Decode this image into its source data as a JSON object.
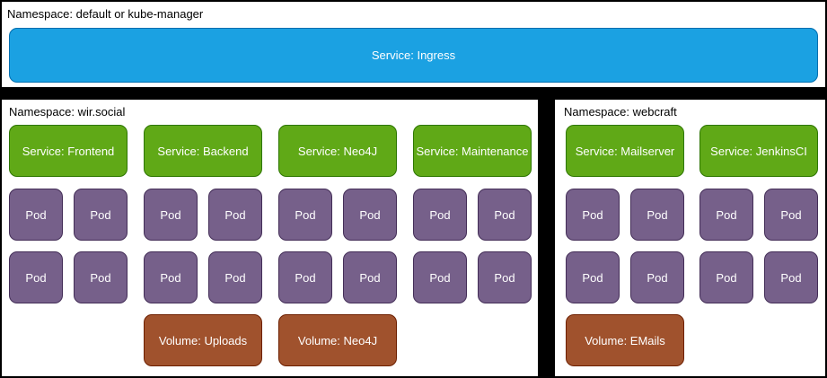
{
  "colors": {
    "background": "#000000",
    "panel_fill": "#ffffff",
    "ingress_fill": "#1ba1e2",
    "ingress_border": "#006eaf",
    "service_fill": "#60a917",
    "service_border": "#2d7600",
    "pod_fill": "#76608a",
    "pod_border": "#432d57",
    "volume_fill": "#a0522d",
    "volume_border": "#6d1f00",
    "node_text": "#ffffff",
    "label_text": "#000000"
  },
  "top_panel": {
    "namespace_label": "Namespace: default or kube-manager",
    "ingress_label": "Service: Ingress"
  },
  "left_panel": {
    "namespace_label": "Namespace: wir.social",
    "groups": [
      {
        "service": "Service: Frontend",
        "pods": [
          "Pod",
          "Pod",
          "Pod",
          "Pod"
        ]
      },
      {
        "service": "Service: Backend",
        "pods": [
          "Pod",
          "Pod",
          "Pod",
          "Pod"
        ],
        "volume": "Volume: Uploads"
      },
      {
        "service": "Service: Neo4J",
        "pods": [
          "Pod",
          "Pod",
          "Pod",
          "Pod"
        ],
        "volume": "Volume: Neo4J"
      },
      {
        "service": "Service: Maintenance",
        "pods": [
          "Pod",
          "Pod",
          "Pod",
          "Pod"
        ]
      }
    ]
  },
  "right_panel": {
    "namespace_label": "Namespace: webcraft",
    "groups": [
      {
        "service": "Service: Mailserver",
        "pods": [
          "Pod",
          "Pod",
          "Pod",
          "Pod"
        ],
        "volume": "Volume: EMails"
      },
      {
        "service": "Service: JenkinsCI",
        "pods": [
          "Pod",
          "Pod",
          "Pod",
          "Pod"
        ]
      }
    ]
  }
}
